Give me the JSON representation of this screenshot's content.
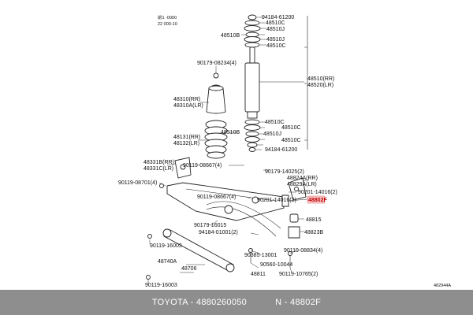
{
  "header": {
    "line1": "前1 -0000",
    "line2": "22 000-10"
  },
  "figure_code": "482944A",
  "highlighted_part": "48802F",
  "labels": {
    "p94184_61200_top": "94184-61200",
    "p48510c_1": "48510C",
    "p48510j_1": "48510J",
    "p48510b_top": "48510B",
    "p48510j_2": "48510J",
    "p48510c_2": "48510C",
    "p90179_08234": "90179-08234(4)",
    "p48510_rr": "48510(RR)",
    "p48520_lr": "48520(LR)",
    "p48310_rr": "48310(RR)",
    "p48310a_lr": "48310A(LR)",
    "p48510b_mid": "48510B",
    "p48131_rr": "48131(RR)",
    "p48132_lr": "48132(LR)",
    "p48510c_3": "48510C",
    "p48510c_4": "48510C",
    "p48510j_3": "48510J",
    "p48510c_5": "48510C",
    "p94184_61200_bot": "94184-61200",
    "p48331b_rr": "48331B(RR)",
    "p48331c_lr": "48331C(LR)",
    "p90119_08667_a": "90119-08667(4)",
    "p90179_14025": "90179-14025(2)",
    "p48824a_rr": "48824A(RR)",
    "p48829a_lr": "48829A(LR)",
    "p90119_08701": "90119-08701(4)",
    "p90201_14016_a": "90201-14016(2)",
    "p90119_08667_b": "90119-08667(4)",
    "p90201_14016_b": "90201-14016(2)",
    "p48815": "48815",
    "p90179_16015": "90179-16015",
    "p94184_01001": "94184-01001(2)",
    "p48823b": "48823B",
    "p90119_16003_a": "90119-16003",
    "p90385_13001": "90385-13001",
    "p90119_08834": "90119-08834(4)",
    "p48740a": "48740A",
    "p90560_10044": "90560-10044",
    "p48706": "48706",
    "p48811": "48811",
    "p90119_10765": "90119-10765(2)",
    "p90119_16003_b": "90119-16003"
  },
  "footer": {
    "brand": "TOYOTA - 4880260050",
    "part": "N - 48802F"
  }
}
